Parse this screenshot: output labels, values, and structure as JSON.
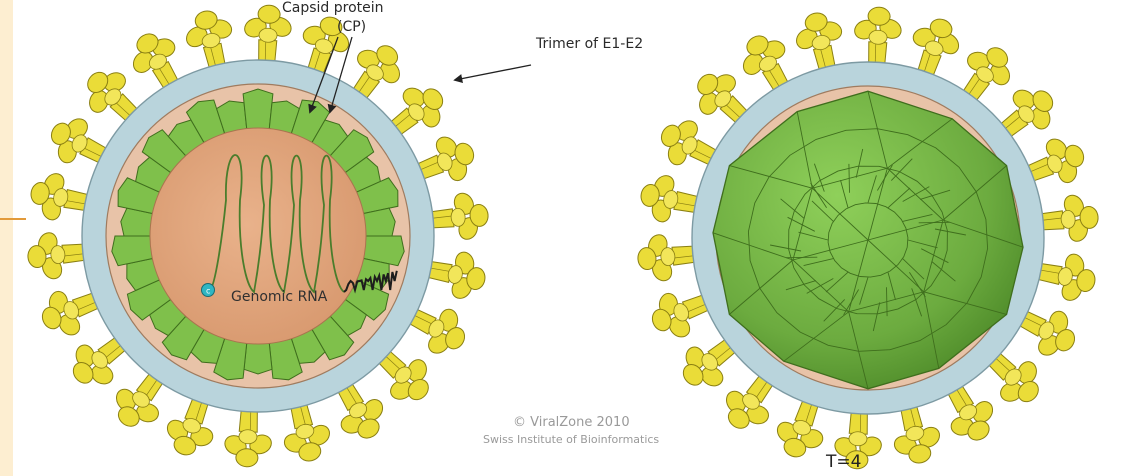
{
  "labels": {
    "capsid_line1": "Capsid protein",
    "capsid_line2": "(CP)",
    "trimer": "Trimer of E1-E2",
    "genomic_rna": "Genomic RNA",
    "copyright": "© ViralZone 2010",
    "institute": "Swiss Institute of Bioinformatics",
    "triangulation": "T=4"
  },
  "colors": {
    "spike_yellow": "#eadc38",
    "spike_outline": "#8a7f12",
    "membrane_blue": "#b9d4dc",
    "membrane_outline": "#7d9aa3",
    "capsid_green": "#7fc04b",
    "capsid_outline": "#3f6e1d",
    "core_salmon": "#e0a77f",
    "rna_green": "#4a7d2c",
    "cap_teal": "#2fb6c3"
  }
}
